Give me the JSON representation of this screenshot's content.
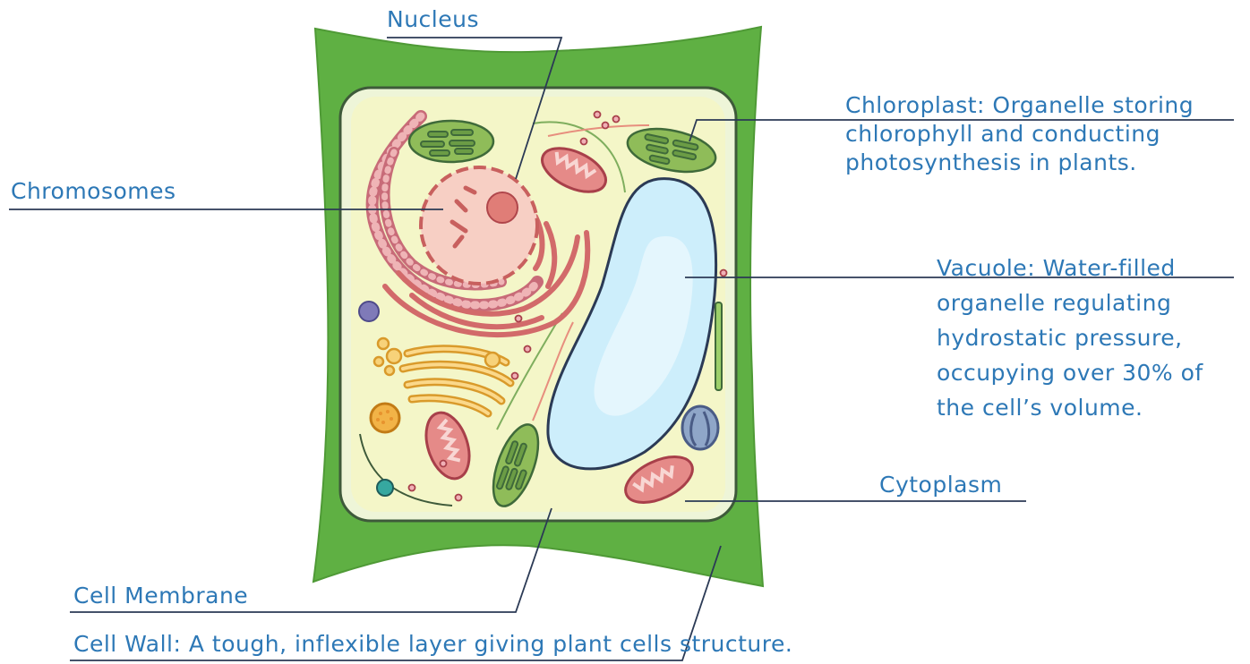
{
  "labels": {
    "nucleus": "Nucleus",
    "chromosomes": "Chromosomes",
    "chloroplast": [
      "Chloroplast: Organelle storing",
      "chlorophyll and conducting",
      "photosynthesis in plants."
    ],
    "vacuole": [
      "Vacuole: Water-filled",
      "organelle regulating",
      "hydrostatic pressure,",
      "occupying over 30% of",
      "the cell’s volume."
    ],
    "cytoplasm": "Cytoplasm",
    "cell_membrane": "Cell Membrane",
    "cell_wall": "Cell Wall: A tough, inflexible layer giving plant cells structure."
  },
  "colors": {
    "label_text": "#2d78b6",
    "leader_line": "#2b3a55",
    "cell_wall": "#5fb043",
    "cytoplasm": "#f4f6c8",
    "nucleus": "#f7cfc4",
    "vacuole": "#cdeefb",
    "chloroplast": "#8fbc59",
    "mitochondria": "#e58a88",
    "golgi": "#f2b347"
  }
}
